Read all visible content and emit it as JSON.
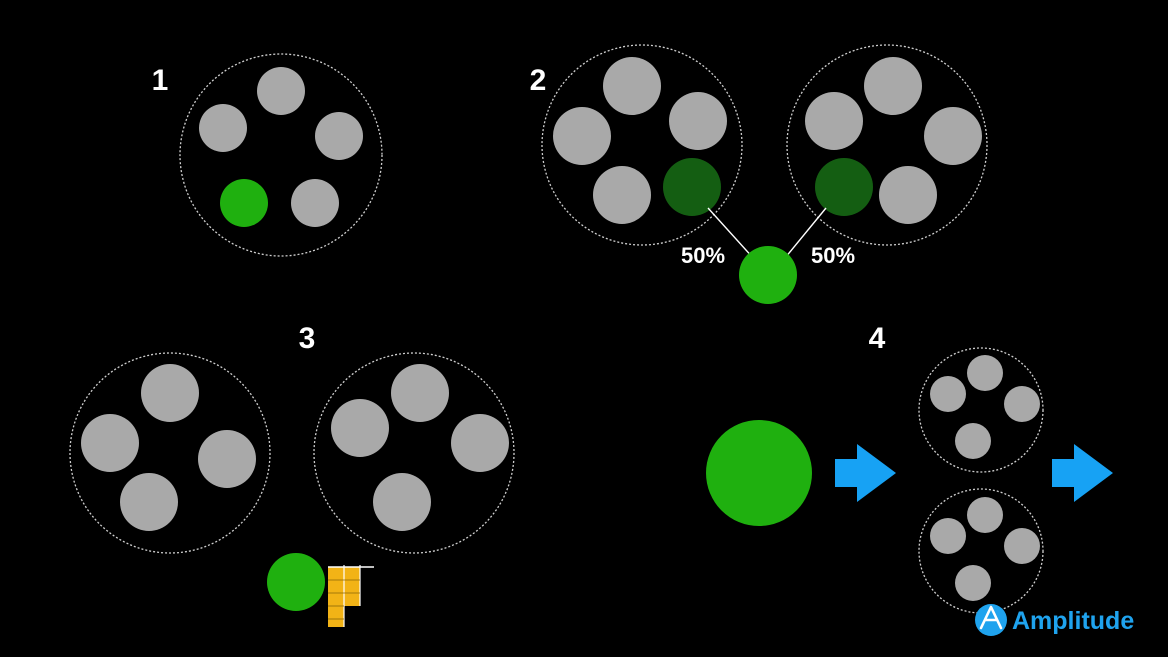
{
  "steps": {
    "s1": "1",
    "s2": "2",
    "s3": "3",
    "s4": "4"
  },
  "split": {
    "left_pct": "50%",
    "right_pct": "50%"
  },
  "brand": {
    "name": "Amplitude"
  },
  "colors": {
    "background": "#000000",
    "gray_node": "#a9a9a9",
    "green_node": "#1fb00f",
    "dark_green_node": "#145e12",
    "arrow": "#17a2f4",
    "brand": "#1fa3ee",
    "ruler": "#f2b316"
  }
}
